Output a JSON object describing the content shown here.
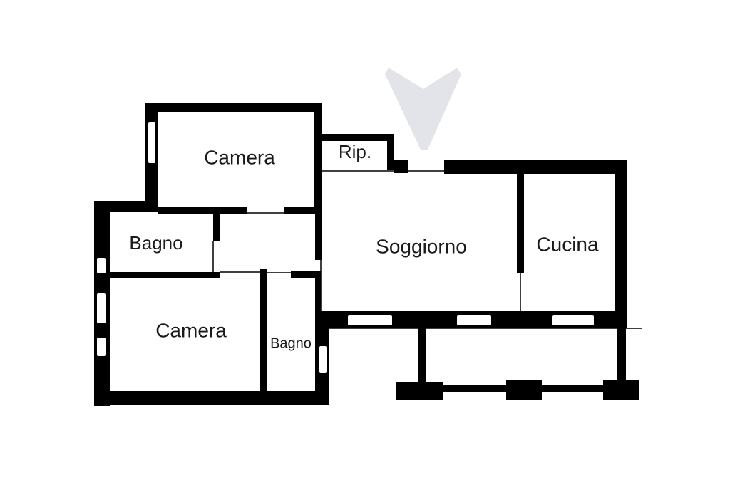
{
  "plan": {
    "rooms": {
      "camera_top": "Camera",
      "ripostiglio": "Rip.",
      "bagno_left": "Bagno",
      "soggiorno": "Soggiorno",
      "cucina": "Cucina",
      "camera_bottom": "Camera",
      "bagno_small": "Bagno"
    },
    "colors": {
      "wall": "#000000",
      "background": "#ffffff",
      "north_arrow": "#e3e4e9"
    },
    "icons": {
      "north_arrow": "north-arrow-icon"
    }
  }
}
